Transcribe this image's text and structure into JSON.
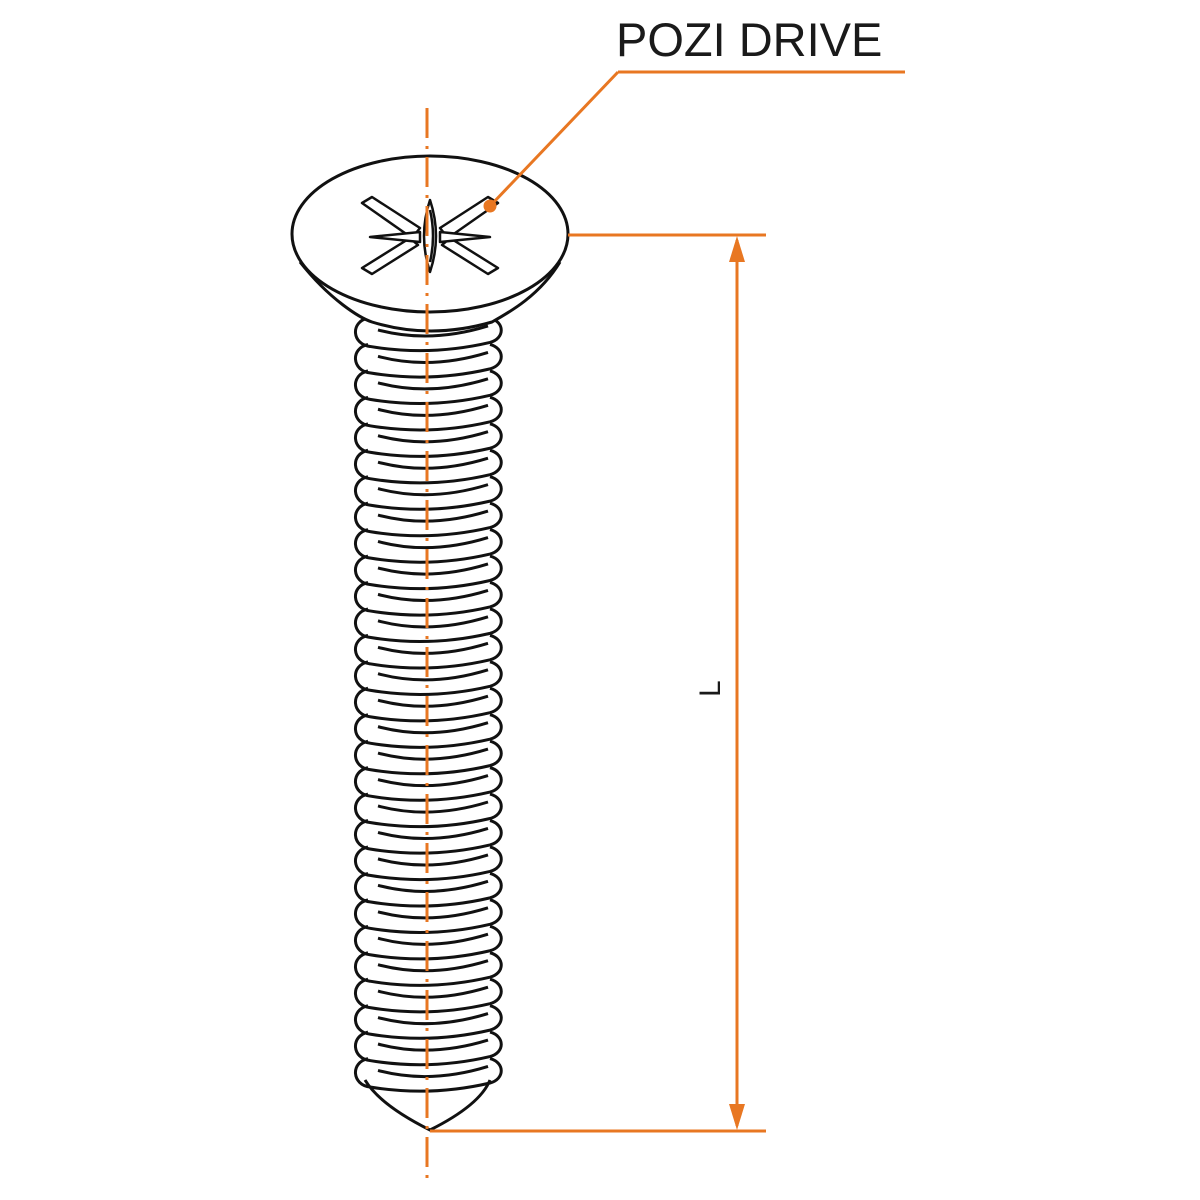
{
  "callout": {
    "label": "POZI DRIVE"
  },
  "dimension": {
    "label": "L"
  },
  "colors": {
    "accent": "#E87722",
    "line": "#111111"
  },
  "thread_count": 29
}
